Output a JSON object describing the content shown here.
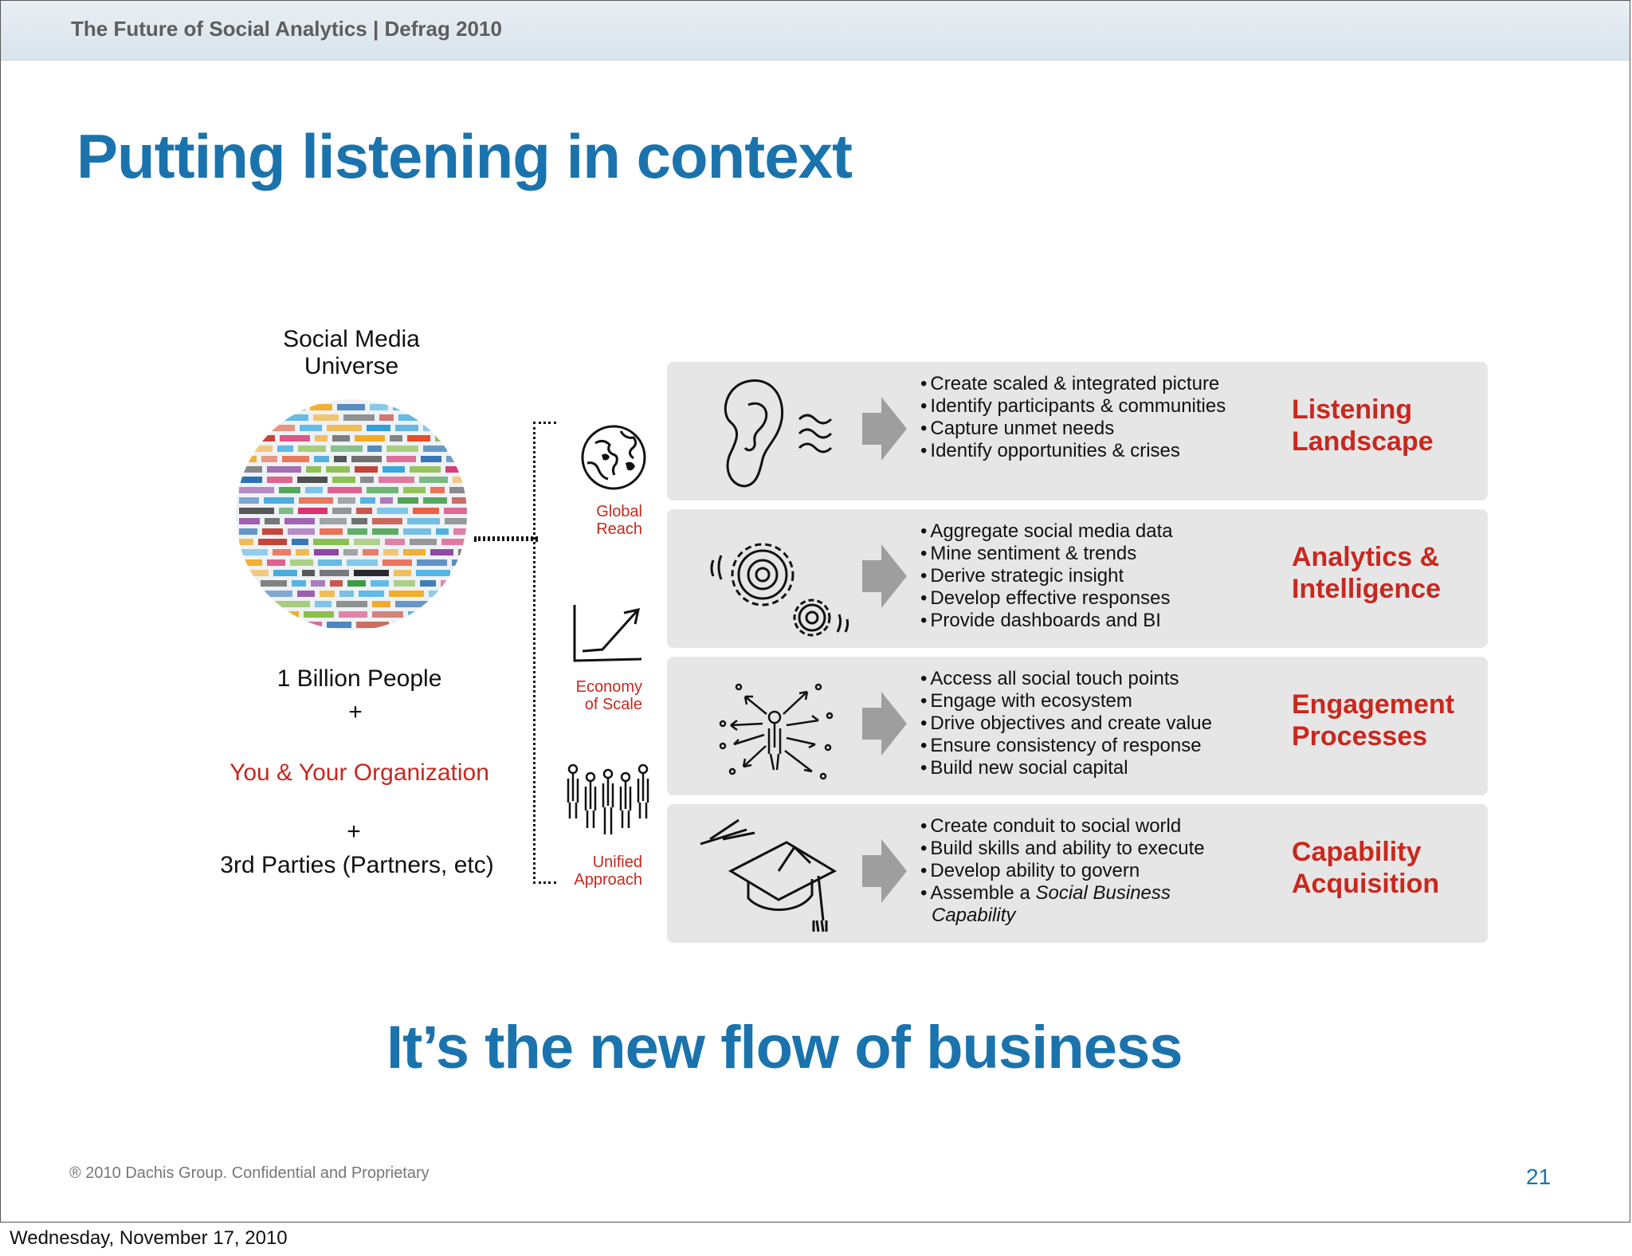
{
  "header": {
    "title": "The Future of Social Analytics | Defrag 2010"
  },
  "slide_title": "Putting listening in context",
  "left": {
    "universe_label_line1": "Social Media",
    "universe_label_line2": "Universe",
    "people": "1 Billion People",
    "plus1": "+",
    "you_org": "You & Your Organization",
    "plus2": "+",
    "third_parties": "3rd Parties (Partners, etc)"
  },
  "side_labels": [
    {
      "line1": "Global",
      "line2": "Reach",
      "icon": "globe-icon"
    },
    {
      "line1": "Economy",
      "line2": "of Scale",
      "icon": "growth-chart-icon"
    },
    {
      "line1": "Unified",
      "line2": "Approach",
      "icon": "people-group-icon"
    }
  ],
  "panels": [
    {
      "icon": "ear-icon",
      "heading1": "Listening",
      "heading2": "Landscape",
      "bullets": [
        "Create scaled & integrated picture",
        "Identify participants & communities",
        "Capture unmet needs",
        "Identify opportunities & crises"
      ]
    },
    {
      "icon": "gears-icon",
      "heading1": "Analytics &",
      "heading2": "Intelligence",
      "bullets": [
        "Aggregate social media data",
        "Mine sentiment & trends",
        "Derive strategic insight",
        "Develop effective responses",
        "Provide dashboards and BI"
      ]
    },
    {
      "icon": "person-network-icon",
      "heading1": "Engagement",
      "heading2": "Processes",
      "bullets": [
        "Access all social touch points",
        "Engage with ecosystem",
        "Drive objectives and create value",
        "Ensure consistency of response",
        "Build new social capital"
      ]
    },
    {
      "icon": "graduation-cap-icon",
      "heading1": "Capability",
      "heading2": "Acquisition",
      "bullets": [
        "Create conduit to social world",
        "Build skills and ability to execute",
        "Develop ability to govern"
      ],
      "last_bullet_prefix": "Assemble a ",
      "last_bullet_italic": "Social Business",
      "last_bullet_line2": "Capability"
    }
  ],
  "tagline": "It’s the new flow of business",
  "footer": "® 2010 Dachis Group. Confidential and Proprietary",
  "page_number": "21",
  "date": "Wednesday, November 17, 2010"
}
